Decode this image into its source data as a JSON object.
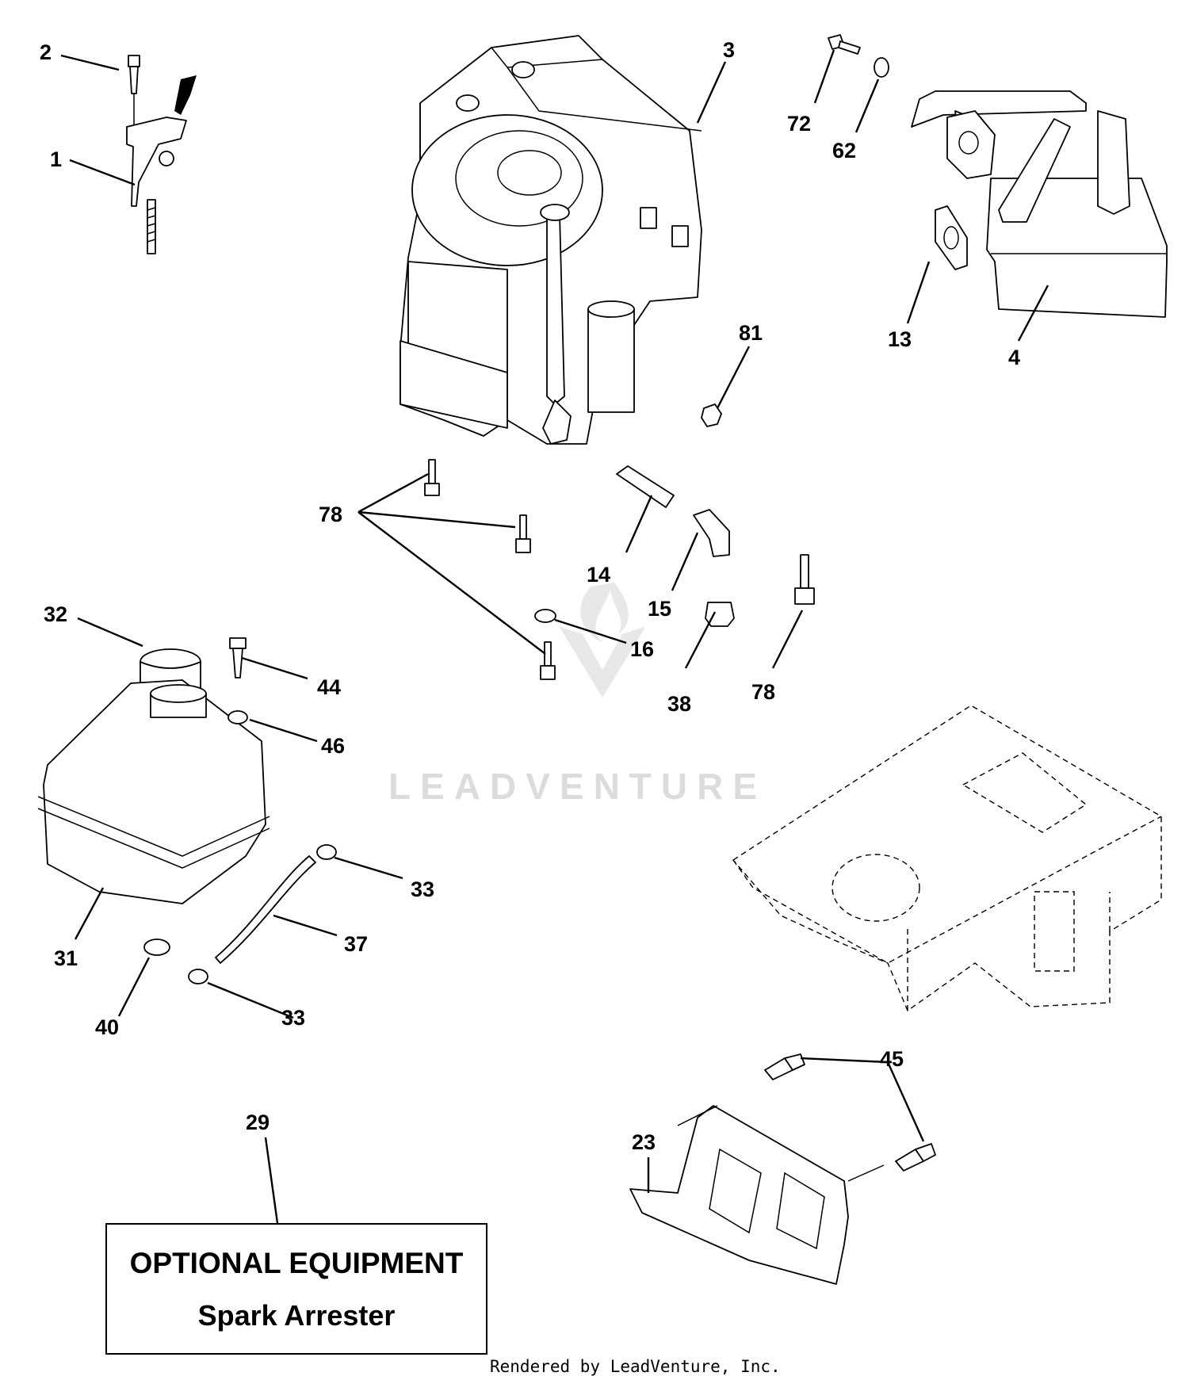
{
  "callouts": {
    "c1": "1",
    "c2": "2",
    "c3": "3",
    "c4": "4",
    "c13": "13",
    "c14": "14",
    "c15": "15",
    "c16": "16",
    "c23": "23",
    "c29": "29",
    "c31": "31",
    "c32": "32",
    "c33a": "33",
    "c33b": "33",
    "c37": "37",
    "c38": "38",
    "c40": "40",
    "c44": "44",
    "c45": "45",
    "c46": "46",
    "c62": "62",
    "c72": "72",
    "c78a": "78",
    "c78b": "78",
    "c81": "81"
  },
  "optional_box": {
    "title": "OPTIONAL EQUIPMENT",
    "subtitle": "Spark Arrester"
  },
  "watermark": "LEADVENTURE",
  "footer": "Rendered by LeadVenture, Inc."
}
